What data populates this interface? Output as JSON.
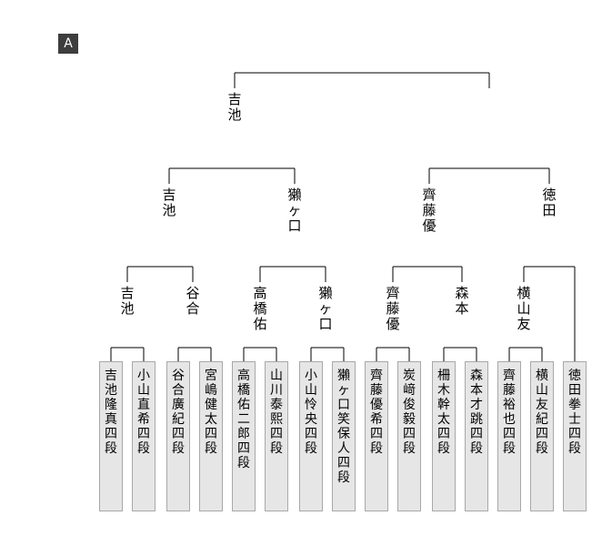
{
  "badge": "A",
  "final": "吉\n池",
  "semifinals": [
    "吉\n池",
    "獺\nヶ\n口",
    "齊\n藤\n優",
    "徳\n田"
  ],
  "quarterfinals": [
    "吉\n池",
    "谷\n合",
    "高\n橋\n佑",
    "獺\nヶ\n口",
    "齊\n藤\n優",
    "森\n本",
    "横\n山\n友"
  ],
  "players": [
    "吉\n池\n隆\n真\n四\n段",
    "小\n山\n直\n希\n四\n段",
    "谷\n合\n廣\n紀\n四\n段",
    "宮\n嶋\n健\n太\n四\n段",
    "高\n橋\n佑\n二\n郎\n四\n段",
    "山\n川\n泰\n熙\n四\n段",
    "小\n山\n怜\n央\n四\n段",
    "獺\nヶ\n口\n笑\n保\n人\n四\n段",
    "齊\n藤\n優\n希\n四\n段",
    "炭\n﨑\n俊\n毅\n四\n段",
    "柵\n木\n幹\n太\n四\n段",
    "森\n本\n才\n跳\n四\n段",
    "齊\n藤\n裕\n也\n四\n段",
    "横\n山\n友\n紀\n四\n段",
    "徳\n田\n拳\n士\n四\n段"
  ]
}
